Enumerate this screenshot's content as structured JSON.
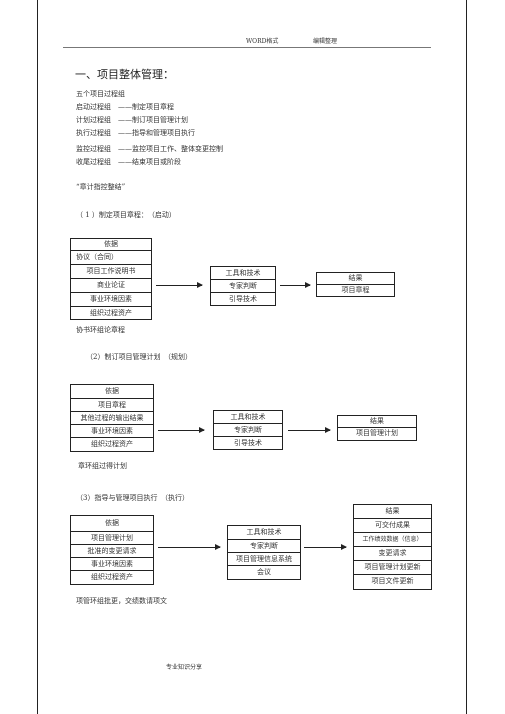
{
  "header": {
    "left": "WORD格式",
    "right": "编辑整理"
  },
  "footer": "专业知识分享",
  "title": "一、项目整体管理：",
  "intro": [
    "五个项目过程组",
    "启动过程组　——制定项目章程",
    "计划过程组　——制订项目管理计划",
    "执行过程组　——指导和管理项目执行",
    "监控过程组　——监控项目工作、整体变更控制",
    "收尾过程组　——结束项目或阶段"
  ],
  "mnemonic": "“章计指控整结”",
  "section1": {
    "heading": "（ 1 ）制定项目章程：　（启动）",
    "inputs": [
      "依据",
      "协议（合同）",
      "项目工作说明书",
      "商业论证",
      "事业环境因素",
      "组织过程资产"
    ],
    "tools": [
      "工具和技术",
      "专家判断",
      "引导技术"
    ],
    "results": [
      "结果",
      "项目章程"
    ],
    "note": "协书环组论章程"
  },
  "section2": {
    "heading": "（2）制订项目管理计划　（规划）",
    "inputs": [
      "依据",
      "项目章程",
      "其他过程的输出结果",
      "事业环境因素",
      "组织过程资产"
    ],
    "tools": [
      "工具和技术",
      "专家判断",
      "引导技术"
    ],
    "results": [
      "结果",
      "项目管理计划"
    ],
    "note": "章环组过得计划"
  },
  "section3": {
    "heading": "（3）指导与管理项目执行　（执行）",
    "inputs": [
      "依据",
      "项目管理计划",
      "批准的变更请求",
      "事业环境因素",
      "组织过程资产"
    ],
    "tools": [
      "工具和技术",
      "专家判断",
      "项目管理信息系统",
      "会议"
    ],
    "results": [
      "结果",
      "可交付成果",
      "工作绩效数据（信息）",
      "变更请求",
      "项目管理计划更新",
      "项目文件更新"
    ],
    "note": "项管环组批更，交绩数请项文"
  }
}
